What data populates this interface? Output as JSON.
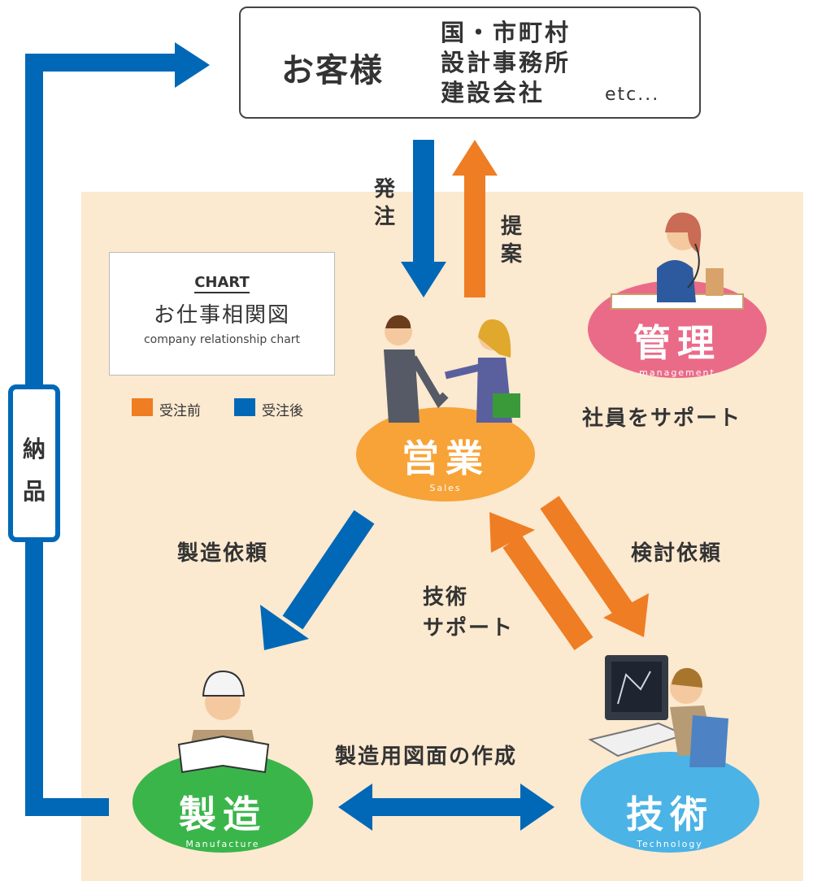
{
  "customer": {
    "title": "お客様",
    "list": [
      "国・市町村",
      "設計事務所",
      "建設会社"
    ],
    "etc": "etc..."
  },
  "chart_card": {
    "tag": "CHART",
    "title": "お仕事相関図",
    "subtitle": "company relationship chart"
  },
  "legend": [
    {
      "label": "受注前",
      "color": "#ef7d23"
    },
    {
      "label": "受注後",
      "color": "#0068b6"
    }
  ],
  "nodes": {
    "sales": {
      "title": "営業",
      "sub": "Sales",
      "color": "#f7a338"
    },
    "management": {
      "title": "管理",
      "sub": "management",
      "color": "#ea6b88"
    },
    "manufacture": {
      "title": "製造",
      "sub": "Manufacture",
      "color": "#3ab54a"
    },
    "technology": {
      "title": "技術",
      "sub": "Technology",
      "color": "#4bb3e6"
    }
  },
  "edges": {
    "order": [
      "発",
      "注"
    ],
    "proposal": [
      "提",
      "案"
    ],
    "delivery": [
      "納",
      "品"
    ],
    "support_staff": "社員をサポート",
    "manufacture_request": "製造依頼",
    "review_request": "検討依頼",
    "tech_support": [
      "技術",
      "サポート"
    ],
    "drawings": "製造用図面の作成"
  },
  "colors": {
    "before_order": "#ef7d23",
    "after_order": "#0068b6",
    "panel": "#fbe9d0"
  }
}
